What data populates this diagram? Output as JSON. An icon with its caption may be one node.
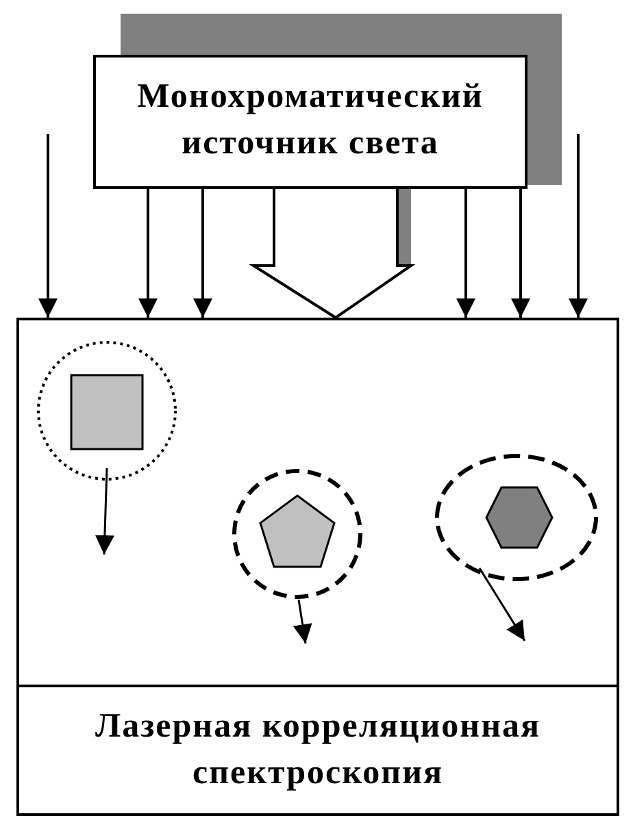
{
  "diagram": {
    "nodes": [
      {
        "text": [
          "Монохроматический источник света"
        ]
      },
      {
        "text": [],
        "shape": "box"
      },
      {
        "text": [
          "Лазерная корреляционная спектроскопия"
        ]
      }
    ],
    "edges": [
      {
        "from": 0,
        "to": 1,
        "arrow": "to"
      },
      {
        "from": 0,
        "to": 1,
        "arrow": "to"
      },
      {
        "from": 0,
        "to": 1,
        "arrow": "to"
      },
      {
        "from": 0,
        "to": 1,
        "arrow": "to"
      },
      {
        "from": 0,
        "to": 1,
        "arrow": "to"
      },
      {
        "from": 0,
        "to": 1,
        "arrow": "to"
      },
      {
        "from": 0,
        "to": 1,
        "arrow": "to",
        "style": "thick"
      }
    ]
  }
}
